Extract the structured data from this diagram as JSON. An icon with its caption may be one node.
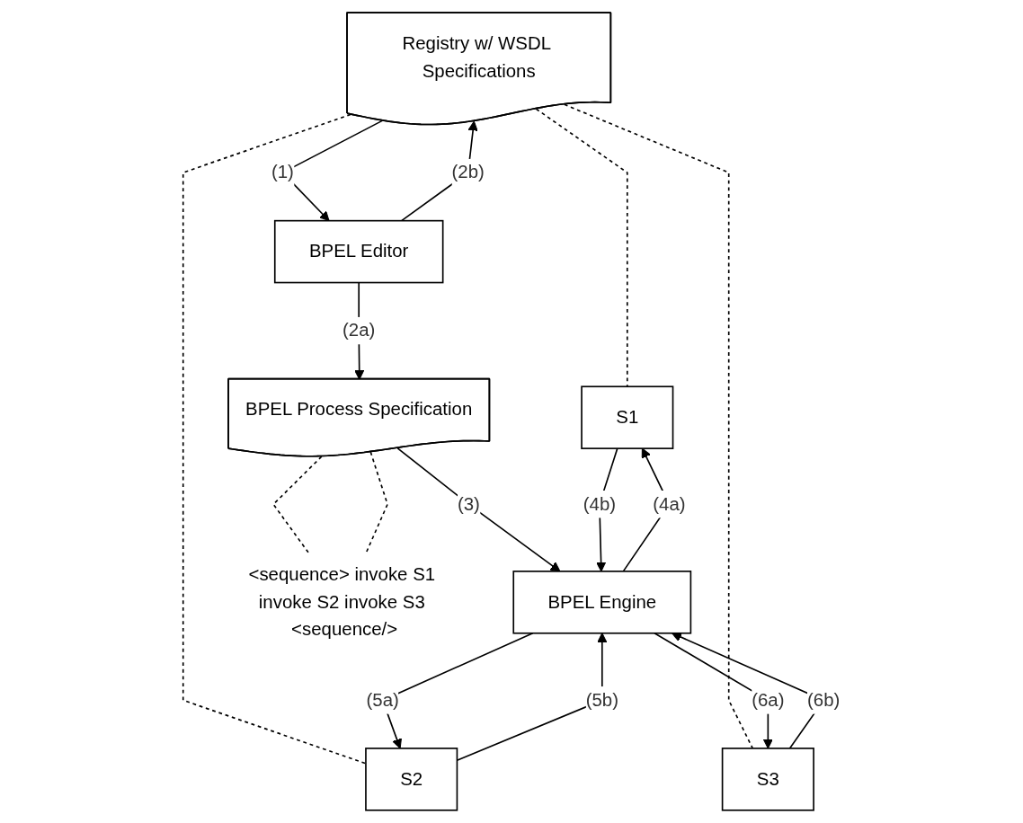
{
  "diagram": {
    "nodes": [
      {
        "text": [
          "Registry w/ WSDL Specifications"
        ]
      },
      {
        "text": [
          "S1"
        ]
      },
      {
        "text": [
          "S2"
        ]
      },
      {
        "text": [
          "S3"
        ]
      },
      {
        "text": [
          "BPEL Editor"
        ]
      },
      {
        "text": [
          "BPEL Engine"
        ]
      },
      {
        "text": [
          "BPEL Process Specification"
        ]
      },
      {
        "text": [
          "<sequence> invoke S1 invoke S2 invoke S3 <sequence/>"
        ]
      }
    ],
    "edges": [
      {
        "from": 0,
        "to": 1,
        "arrow": "none",
        "style": "dashed"
      },
      {
        "from": 0,
        "to": 2,
        "arrow": "none",
        "style": "dashed"
      },
      {
        "from": 0,
        "to": 3,
        "arrow": "none",
        "style": "dashed"
      },
      {
        "from": 0,
        "to": 4,
        "arrow": "to",
        "label": "(1)"
      },
      {
        "from": 4,
        "to": 0,
        "arrow": "to",
        "label": "(2b)"
      },
      {
        "from": 4,
        "to": 6,
        "arrow": "to",
        "label": "(2a)"
      },
      {
        "from": 6,
        "to": 5,
        "arrow": "to",
        "label": "(3)"
      },
      {
        "from": 5,
        "to": 1,
        "arrow": "to",
        "label": "(4a)"
      },
      {
        "from": 1,
        "to": 5,
        "arrow": "to",
        "label": "(4b)"
      },
      {
        "from": 5,
        "to": 2,
        "arrow": "to",
        "label": "(5a)"
      },
      {
        "from": 2,
        "to": 5,
        "arrow": "to",
        "label": "(5b)"
      },
      {
        "from": 5,
        "to": 3,
        "arrow": "to",
        "label": "(6a)"
      },
      {
        "from": 3,
        "to": 5,
        "arrow": "to",
        "label": "(6b)"
      },
      {
        "from": 6,
        "to": 7,
        "arrow": "none",
        "style": "dashed"
      },
      {
        "from": 6,
        "to": 7,
        "arrow": "none",
        "style": "dashed"
      }
    ]
  }
}
